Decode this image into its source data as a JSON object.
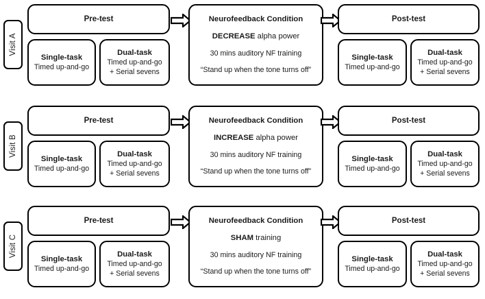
{
  "figure": {
    "type": "flowchart",
    "description": "Three-visit crossover study design flow diagram",
    "background_color": "#ffffff",
    "stroke_color": "#000000",
    "text_color": "#1a1a1a"
  },
  "shared": {
    "pre_test_label": "Pre-test",
    "post_test_label": "Post-test",
    "nf_title": "Neurofeedback Condition",
    "nf_duration": "30 mins auditory NF training",
    "nf_instruction": "“Stand up when the tone turns off”",
    "single_task_title": "Single-task",
    "single_task_sub": "Timed up-and-go",
    "dual_task_title": "Dual-task",
    "dual_task_sub_line1": "Timed up-and-go",
    "dual_task_sub_line2": "+ Serial sevens",
    "arrow_icon": "block-arrow-right-icon"
  },
  "visits": [
    {
      "label": "Visit A",
      "condition_emphasis": "DECREASE",
      "condition_rest": " alpha power"
    },
    {
      "label": "Visit B",
      "condition_emphasis": "INCREASE",
      "condition_rest": " alpha power"
    },
    {
      "label": "Visit C",
      "condition_emphasis": "SHAM",
      "condition_rest": " training"
    }
  ]
}
